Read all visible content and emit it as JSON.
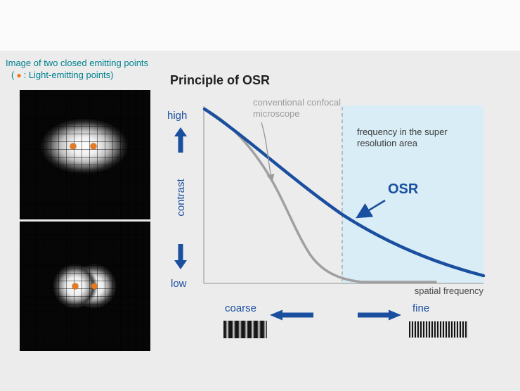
{
  "colors": {
    "background": "#ececec",
    "teal_text": "#00818f",
    "blue": "#1a4f9f",
    "gray_curve": "#a0a0a0",
    "super_res_fill": "#d8edf5",
    "orange_point": "#e8791e"
  },
  "left_panel": {
    "caption_line1": "Image of two closed emitting points",
    "caption_paren_open": "(",
    "caption_dot": "●",
    "caption_line2_text": ": Light-emitting points)"
  },
  "chart": {
    "title": "Principle of OSR",
    "y_top_label": "high",
    "y_bottom_label": "low",
    "y_axis_label": "contrast",
    "x_axis_label": "spatial frequency",
    "conventional_label_line1": "conventional confocal",
    "conventional_label_line2": "microscope",
    "super_res_label_line1": "frequency in the super",
    "super_res_label_line2": "resolution area",
    "osr_label": "OSR",
    "coarse_label": "coarse",
    "fine_label": "fine"
  },
  "chart_data": {
    "type": "line",
    "title": "Principle of OSR",
    "xlabel": "spatial frequency",
    "ylabel": "contrast",
    "x_axis_qualitative": [
      "coarse",
      "fine"
    ],
    "y_axis_qualitative": [
      "low",
      "high"
    ],
    "grid": false,
    "super_resolution_region": {
      "label": "frequency in the super resolution area",
      "x_start_fraction": 0.5,
      "x_end_fraction": 1.0,
      "boundary_style": "dashed"
    },
    "series": [
      {
        "name": "conventional confocal microscope",
        "color": "#a0a0a0",
        "x": [
          0,
          0.1,
          0.2,
          0.3,
          0.4,
          0.5,
          0.6,
          0.7,
          0.8
        ],
        "values": [
          1.0,
          0.92,
          0.72,
          0.42,
          0.15,
          0.04,
          0.01,
          0.0,
          0.0
        ]
      },
      {
        "name": "OSR",
        "color": "#1a4f9f",
        "x": [
          0,
          0.1,
          0.2,
          0.3,
          0.4,
          0.5,
          0.6,
          0.7,
          0.8,
          0.9,
          1.0
        ],
        "values": [
          1.0,
          0.9,
          0.78,
          0.66,
          0.54,
          0.42,
          0.32,
          0.24,
          0.17,
          0.11,
          0.06
        ]
      }
    ]
  }
}
